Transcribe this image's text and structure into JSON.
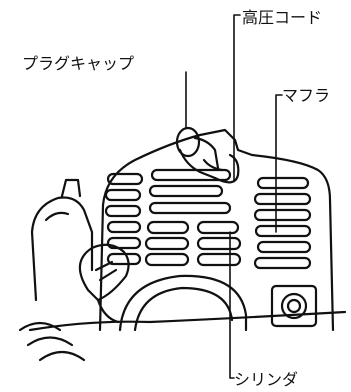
{
  "labels": {
    "plug_cap": "プラグキャップ",
    "high_voltage_cord": "高圧コード",
    "muffler": "マフラ",
    "cylinder": "シリンダ"
  },
  "colors": {
    "ink": "#111111",
    "background": "#ffffff"
  }
}
